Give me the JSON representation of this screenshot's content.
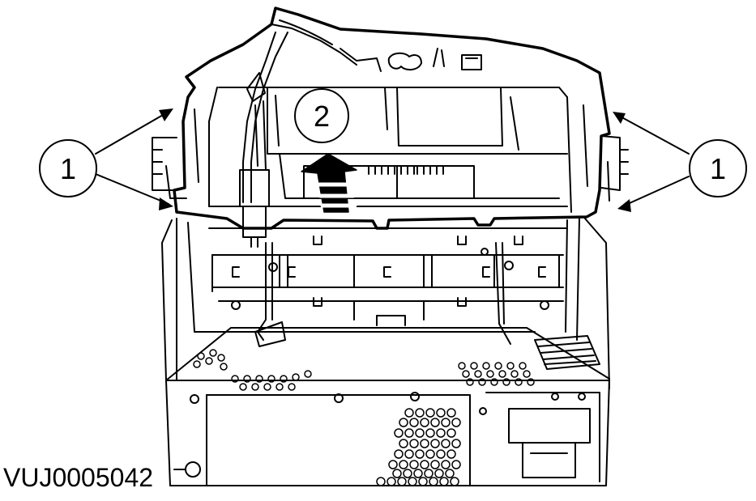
{
  "callouts": {
    "left": "1",
    "right": "1",
    "center": "2"
  },
  "document_code": "VUJ0005042",
  "colors": {
    "line": "#000000",
    "background": "#ffffff"
  }
}
